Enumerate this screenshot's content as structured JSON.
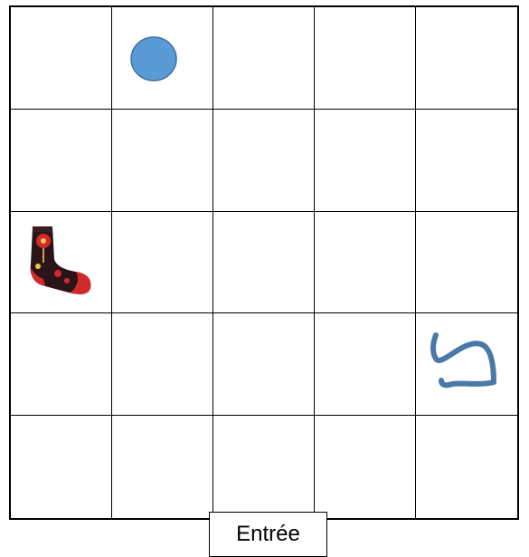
{
  "board": {
    "rows": 5,
    "cols": 5,
    "pieces": [
      {
        "name": "blue-circle",
        "row": 0,
        "col": 1,
        "kind": "circle",
        "color": "#5b9bd5",
        "stroke": "#41719c"
      },
      {
        "name": "sock",
        "row": 2,
        "col": 0,
        "kind": "sock",
        "color": "#2a1418",
        "accent": "#d12a2a"
      },
      {
        "name": "squiggle",
        "row": 3,
        "col": 4,
        "kind": "squiggle",
        "color": "#4a78a8"
      }
    ]
  },
  "entrance": {
    "label": "Entrée"
  }
}
